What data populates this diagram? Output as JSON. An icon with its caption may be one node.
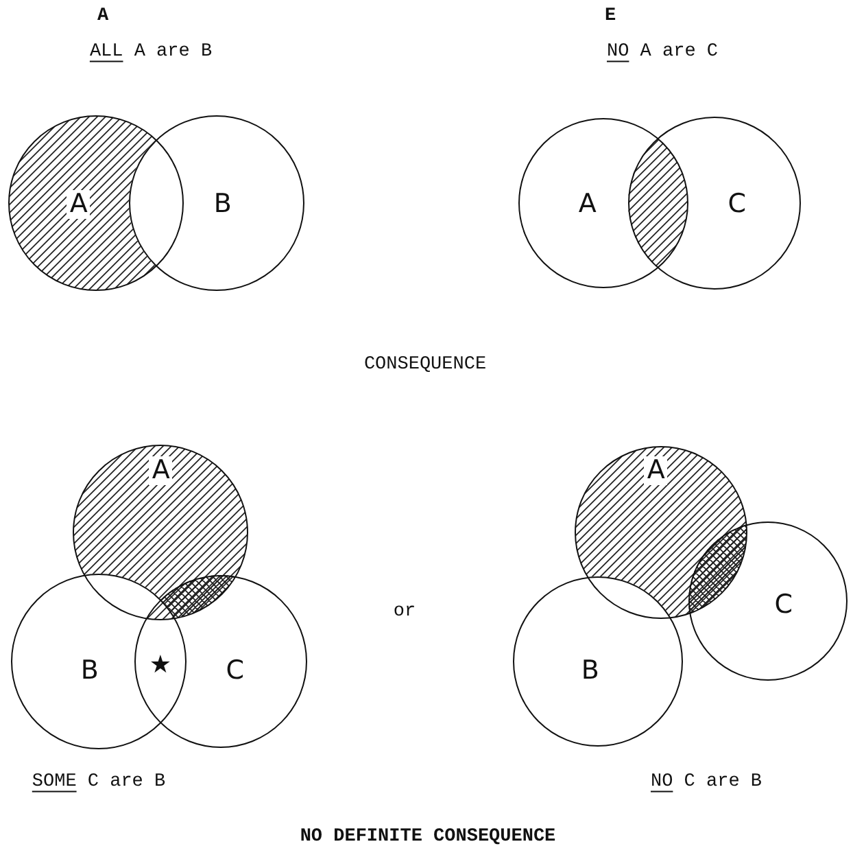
{
  "diagram": {
    "nodes": [
      {
        "text": [
          "A"
        ]
      },
      {
        "text": [
          "B"
        ]
      },
      {
        "text": [
          "A"
        ]
      },
      {
        "text": [
          "C"
        ]
      },
      {
        "text": [
          "A"
        ]
      },
      {
        "text": [
          "B"
        ]
      },
      {
        "text": [
          "C"
        ]
      },
      {
        "text": [
          "A"
        ]
      },
      {
        "text": [
          "B"
        ]
      },
      {
        "text": [
          "C"
        ]
      }
    ],
    "labels": [
      "A",
      "ALL A are B",
      "E",
      "NO A are C",
      "CONSEQUENCE",
      "★",
      "or",
      "SOME C are B",
      "NO C are B",
      "NO DEFINITE CONSEQUENCE"
    ]
  }
}
